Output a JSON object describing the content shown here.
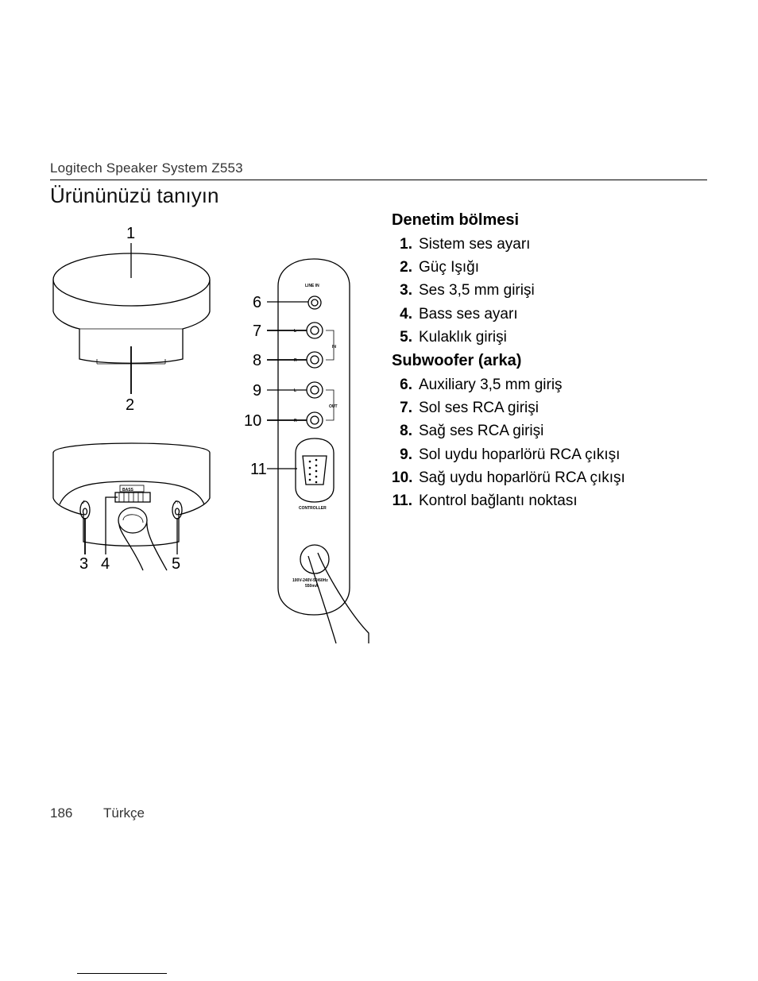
{
  "header": {
    "running_title": "Logitech Speaker System Z553"
  },
  "page_title": "Ürününüzü tanıyın",
  "sections": [
    {
      "heading": "Denetim bölmesi",
      "items": [
        {
          "num": "1.",
          "label": "Sistem ses ayarı"
        },
        {
          "num": "2.",
          "label": "Güç Işığı"
        },
        {
          "num": "3.",
          "label": "Ses 3,5 mm girişi"
        },
        {
          "num": "4.",
          "label": "Bass ses ayarı"
        },
        {
          "num": "5.",
          "label": "Kulaklık girişi"
        }
      ]
    },
    {
      "heading": "Subwoofer (arka)",
      "items": [
        {
          "num": "6.",
          "label": "Auxiliary 3,5 mm giriş"
        },
        {
          "num": "7.",
          "label": "Sol ses RCA girişi"
        },
        {
          "num": "8.",
          "label": "Sağ ses RCA girişi"
        },
        {
          "num": "9.",
          "label": "Sol uydu hoparlörü RCA çıkışı"
        },
        {
          "num": "10.",
          "label": "Sağ uydu hoparlörü RCA çıkışı"
        },
        {
          "num": "11.",
          "label": "Kontrol bağlantı noktası"
        }
      ]
    }
  ],
  "figure": {
    "callouts": [
      "1",
      "2",
      "3",
      "4",
      "5",
      "6",
      "7",
      "8",
      "9",
      "10",
      "11"
    ],
    "panel_labels": {
      "line_in": "LINE IN",
      "in": "IN",
      "out": "OUT",
      "l": "L",
      "r": "R",
      "controller": "CONTROLLER",
      "bass": "BASS",
      "power_line1": "100V-240V-50/60Hz",
      "power_line2": "550mA"
    }
  },
  "footer": {
    "page_number": "186",
    "language": "Türkçe"
  }
}
